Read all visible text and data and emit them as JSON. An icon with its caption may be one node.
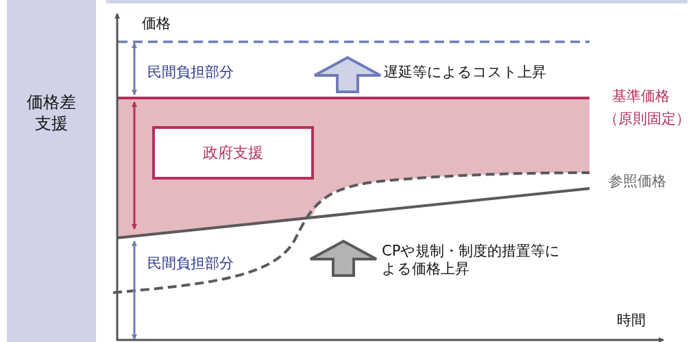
{
  "diagram": {
    "nodes": [
      {
        "text": [
          "価格差支援"
        ]
      },
      {
        "text": [
          "政府支援"
        ]
      }
    ],
    "labels": [
      "価格",
      "民間負担部分",
      "遅延等によるコスト上昇",
      "基準価格",
      "（原則固定）",
      "参照価格",
      "CPや規制・制度的措置等による価格上昇",
      "民間負担部分",
      "時間"
    ]
  }
}
